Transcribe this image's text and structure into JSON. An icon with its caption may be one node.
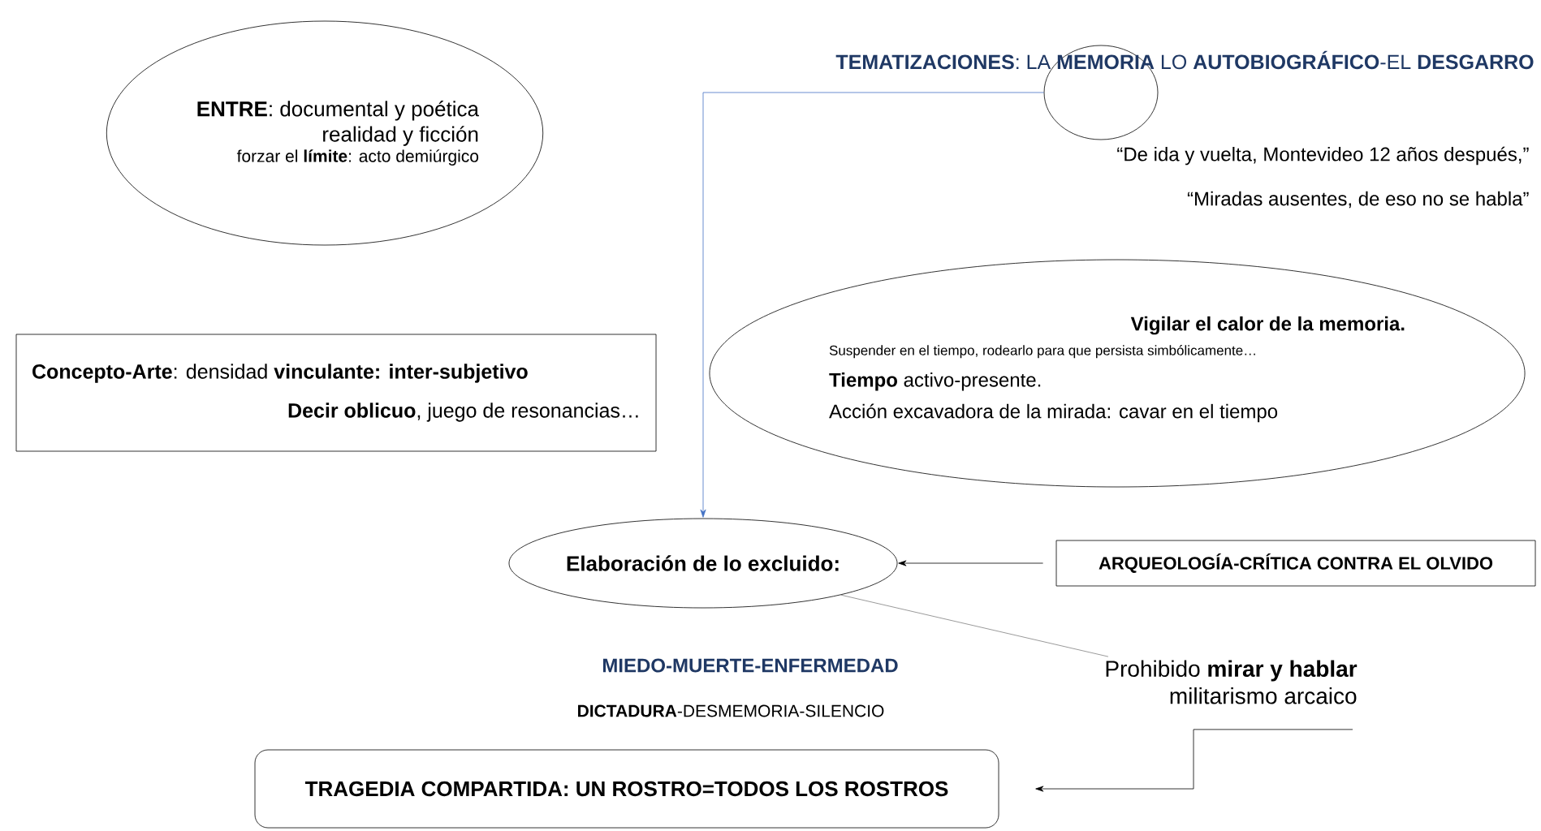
{
  "diagram": {
    "nodes": [
      {
        "text": [
          "**ENTRE**: documental y poética realidad y ficción",
          "forzar el **límite**: acto demiúrgico"
        ]
      },
      {
        "text": [
          "Vigilar el calor de la memoria.",
          "Suspender en el tiempo, rodearlo para que persista simbólicamente…",
          "**Tiempo** activo-presente.",
          "Acción excavadora de la mirada: cavar en el tiempo"
        ]
      },
      {
        "text": [
          "**Concepto-Arte**: densidad **vinculante: inter-subjetivo**",
          "**Decir oblicuo**, juego de resonancias…"
        ]
      },
      {
        "text": [],
        "shape": "circle"
      },
      {
        "text": [
          "Elaboración de lo excluido:"
        ]
      },
      {
        "text": [
          "ARQUEOLOGÍA-CRÍTICA CONTRA EL OLVIDO"
        ]
      },
      {
        "text": [
          "Prohibido **mirar y hablar**",
          "militarismo arcaico"
        ]
      },
      {
        "text": [
          "TRAGEDIA COMPARTIDA: UN ROSTRO=TODOS LOS ROSTROS"
        ]
      }
    ],
    "edges": [
      {
        "from": 3,
        "to": 4,
        "arrow": "to",
        "color": "#4472c4"
      },
      {
        "from": 5,
        "to": 4,
        "arrow": "to"
      },
      {
        "from": 4,
        "to": 6,
        "arrow": "none",
        "color": "#808080"
      },
      {
        "from": 6,
        "to": 7,
        "arrow": "to"
      }
    ],
    "labels": [
      "**TEMATIZACIONES**: LA **MEMORIA** LO **AUTOBIOGRÁFICO**-EL **DESGARRO**",
      "“De ida y vuelta, Montevideo 12 años después,”",
      "“Miradas ausentes, de eso no se habla”",
      "MIEDO-MUERTE-ENFERMEDAD",
      "**DICTADURA**-DESMEMORIA-SILENCIO"
    ]
  }
}
